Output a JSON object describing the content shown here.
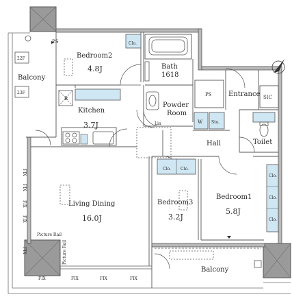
{
  "rooms": {
    "bedroom2": {
      "name": "Bedroom2",
      "area": "4.8J"
    },
    "bath": {
      "name": "Bath",
      "area": "1618"
    },
    "powder_room": {
      "line1": "Powder",
      "line2": "Room"
    },
    "kitchen": {
      "name": "Kitchen",
      "area": "3.7J"
    },
    "living_dining": {
      "name": "Living Dining",
      "area": "16.0J"
    },
    "bedroom3": {
      "name": "Bedroom3",
      "area": "3.2J"
    },
    "bedroom1": {
      "name": "Bedroom1",
      "area": "5.8J"
    },
    "hall": {
      "name": "Hall"
    },
    "entrance": {
      "name": "Entrance"
    },
    "toilet": {
      "name": "Toilet"
    },
    "balcony_north": {
      "name": "Balcony"
    },
    "balcony_south": {
      "name": "Balcony"
    }
  },
  "fixtures": {
    "ps": "PS",
    "sic": "SIC",
    "closet": "Clo.",
    "storage": "Sto.",
    "washer": "W",
    "linen": "Lin",
    "refrigerator": "R",
    "fix": "FIX",
    "picture_rail": "Picture Rail",
    "ac_22": "22F",
    "ac_23": "23F"
  },
  "colors": {
    "wall": "#b9b9b9",
    "wall_dark": "#8e8e8e",
    "line": "#4a4a4a",
    "accent": "#cfe6f3",
    "pillar": "#9a9a9a"
  }
}
